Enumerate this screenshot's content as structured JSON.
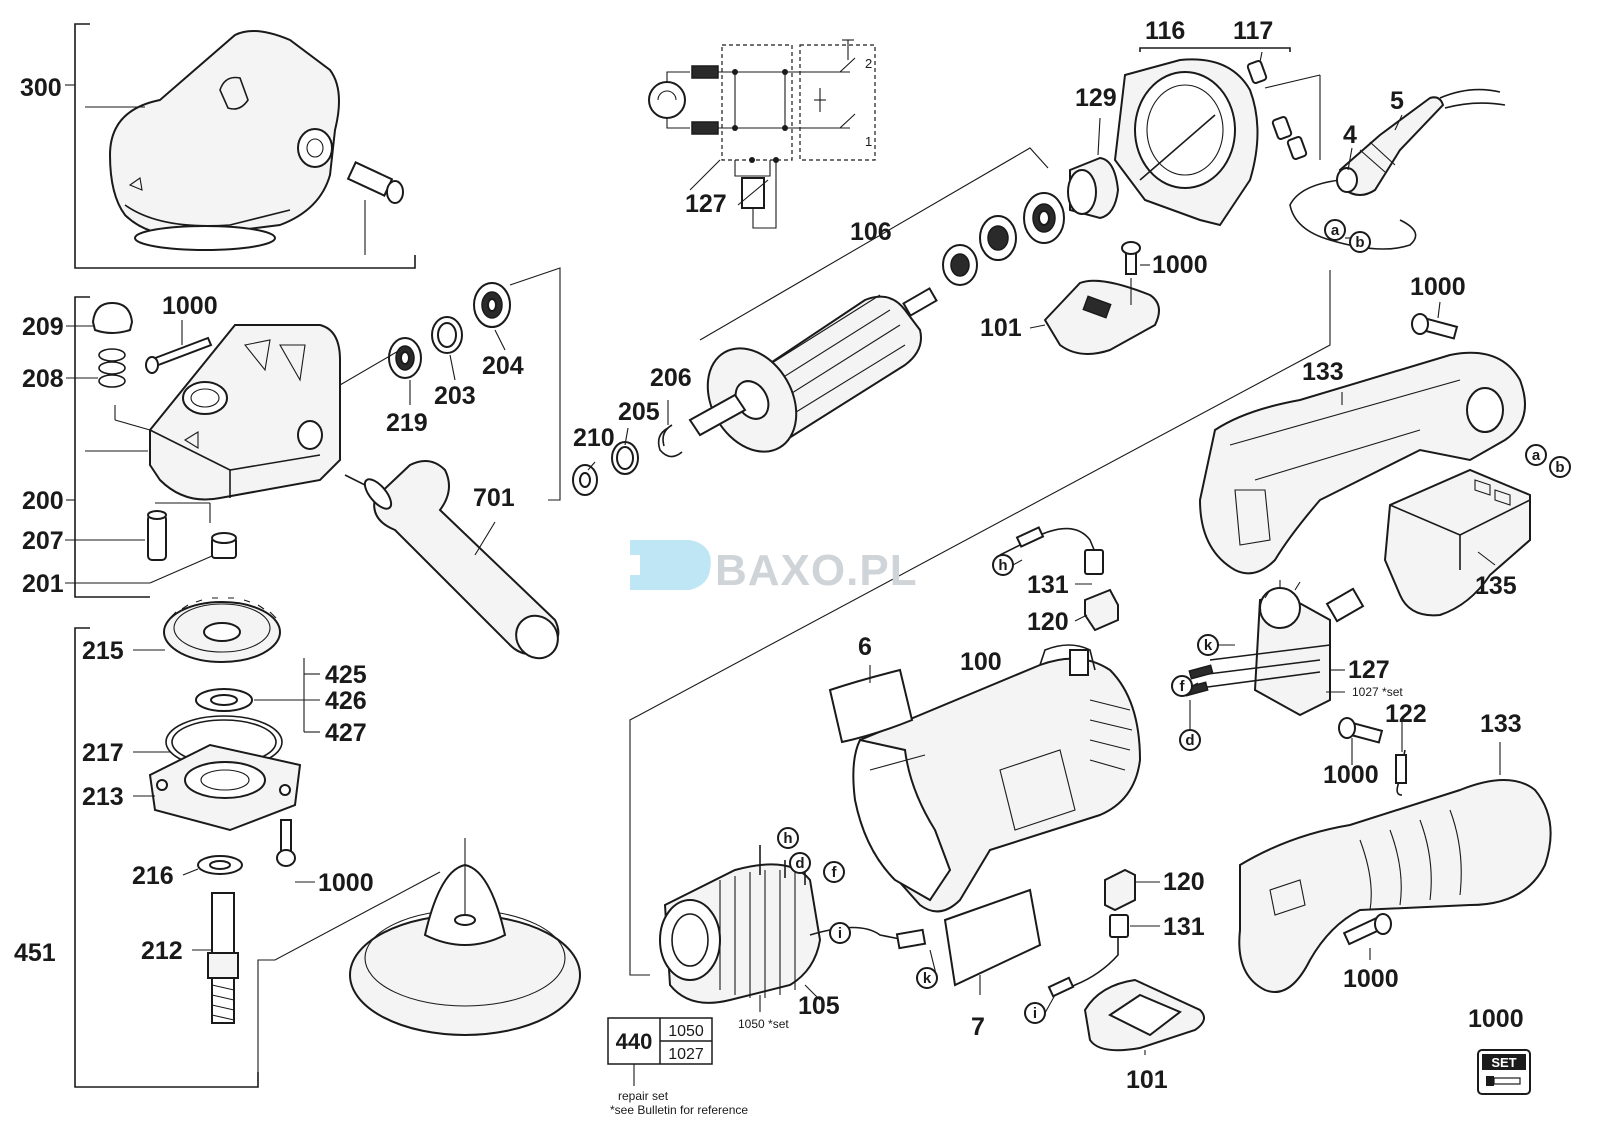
{
  "labels": {
    "l300": "300",
    "l209": "209",
    "l1000a": "1000",
    "l208": "208",
    "l200": "200",
    "l207": "207",
    "l201": "201",
    "l215": "215",
    "l425": "425",
    "l426": "426",
    "l427": "427",
    "l217": "217",
    "l213": "213",
    "l216": "216",
    "l1000b": "1000",
    "l451": "451",
    "l212": "212",
    "l219": "219",
    "l203": "203",
    "l204": "204",
    "l701": "701",
    "l210": "210",
    "l205": "205",
    "l206": "206",
    "l106": "106",
    "l127a": "127",
    "l116": "116",
    "l117": "117",
    "l129": "129",
    "l5": "5",
    "l4": "4",
    "l1000c": "1000",
    "l101a": "101",
    "l1000d": "1000",
    "l133a": "133",
    "l135": "135",
    "l131a": "131",
    "l120a": "120",
    "l127b": "127",
    "l6": "6",
    "l100": "100",
    "l122": "122",
    "l133b": "133",
    "l1000e": "1000",
    "l120b": "120",
    "l131b": "131",
    "l1000f": "1000",
    "l105": "105",
    "l7": "7",
    "l101b": "101",
    "l1000g": "1000"
  },
  "letters": {
    "a1": "a",
    "b1": "b",
    "a2": "a",
    "b2": "b",
    "h1": "h",
    "k1": "k",
    "f1": "f",
    "d1": "d",
    "h2": "h",
    "d2": "d",
    "f2": "f",
    "i1": "i",
    "k2": "k",
    "i2": "i"
  },
  "notes": {
    "set1027": "1027 *set",
    "set1050": "1050 *set",
    "repair_set": "repair set",
    "bulletin": "*see Bulletin for reference"
  },
  "repair_box": {
    "main": "440",
    "top": "1050",
    "bottom": "1027"
  },
  "schematic": {
    "pin2": "2",
    "pin1": "1"
  },
  "set_icon": {
    "text": "SET"
  },
  "watermark": {
    "text": "BAXO.PL"
  }
}
